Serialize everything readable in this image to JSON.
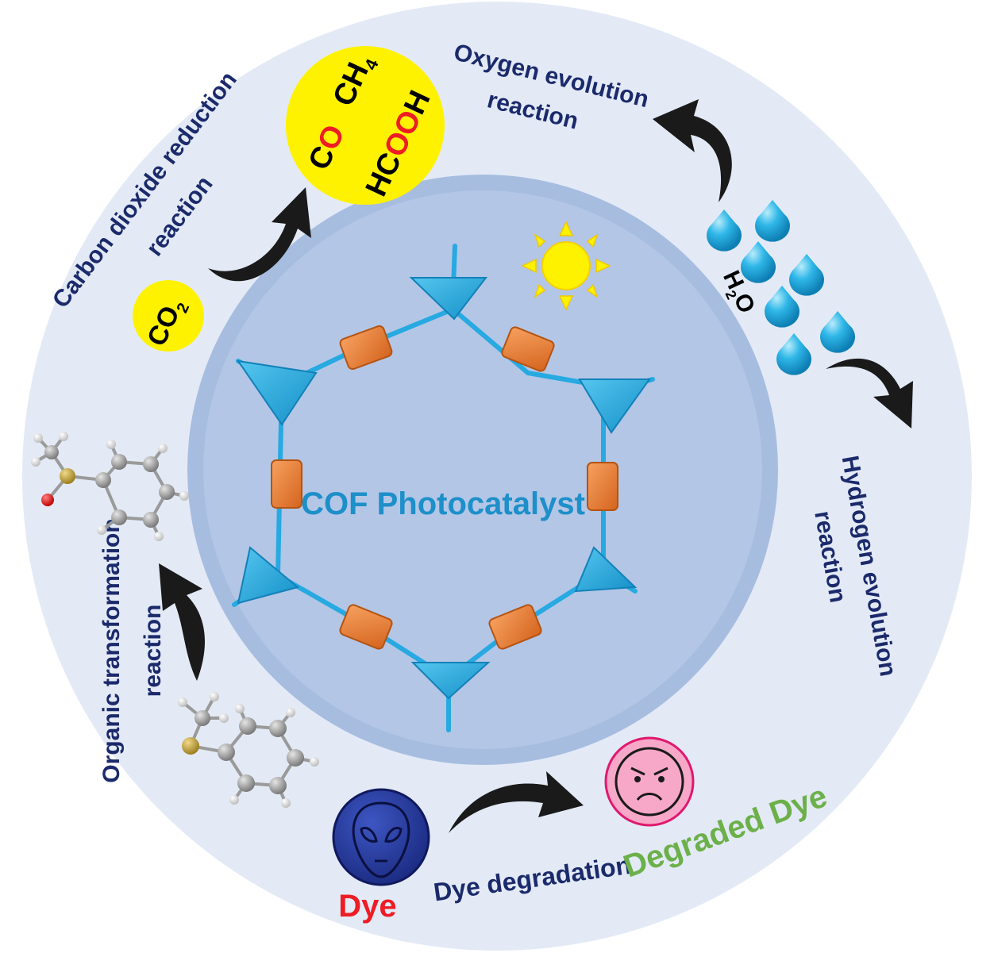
{
  "center": {
    "label": "COF Photocatalyst"
  },
  "reactions": {
    "co2_reduction": {
      "title_line1": "Carbon dioxide reduction",
      "title_line2": "reaction"
    },
    "oxygen_evolution": {
      "title_line1": "Oxygen evolution",
      "title_line2": "reaction"
    },
    "hydrogen_evolution": {
      "title_line1": "Hydrogen evolution",
      "title_line2": "reaction"
    },
    "organic_transformation": {
      "title_line1": "Organic transformation",
      "title_line2": "reaction"
    },
    "dye_degradation": {
      "title": "Dye degradation"
    }
  },
  "molecules": {
    "co2": {
      "main": "CO",
      "sub": "2"
    },
    "products": {
      "ch4_main": "CH",
      "ch4_sub": "4",
      "co_c": "C",
      "co_o": "O",
      "hcooh_hc": "HC",
      "hcooh_oo": "OO",
      "hcooh_h": "H"
    },
    "water": {
      "h": "H",
      "sub": "2",
      "o": "O"
    }
  },
  "dye": {
    "label": "Dye",
    "degraded_label": "Degraded Dye"
  },
  "colors": {
    "outer_ring": "#e3eaf6",
    "middle_disc": "#a6bde0",
    "inner_disc": "#b3c6e6",
    "navy_text": "#1b2a6b",
    "cof_text": "#1d8fc9",
    "linker": "#27a9e1",
    "node": "#e8792f",
    "yellow": "#fff200",
    "red": "#ee1c25",
    "green": "#6cb04a",
    "water": "#2bb4e6",
    "dye_blue": "#243a9a",
    "face_pink": "#f7a8c8"
  }
}
